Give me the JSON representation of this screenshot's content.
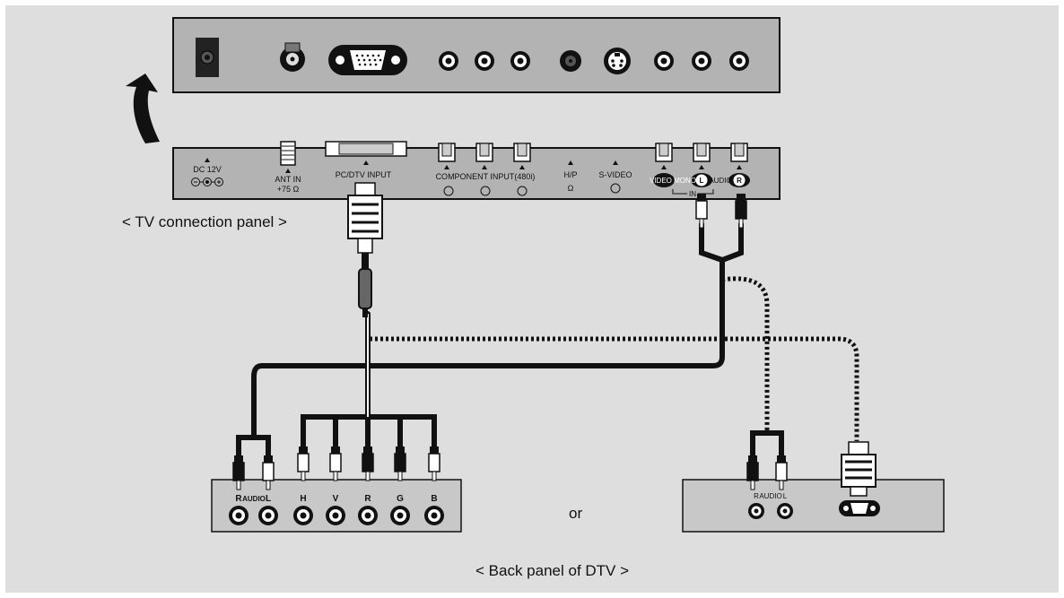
{
  "tv_panel": {
    "dc": "DC 12V",
    "ant_in": "ANT IN",
    "ant_ohm": "+75 Ω",
    "pc_dtv": "PC/DTV INPUT",
    "component": "COMPONENT INPUT(480i)",
    "hp": "H/P",
    "svideo": "S-VIDEO",
    "video_mono": "VIDEO MONO",
    "audio": "AUDIO",
    "in": "IN",
    "jack_L": "L",
    "jack_R": "R"
  },
  "dtv_left": {
    "audio_labels": [
      "R",
      "AUDIO",
      "L"
    ],
    "component_labels": [
      "H",
      "V",
      "R",
      "G",
      "B"
    ]
  },
  "dtv_right": {
    "audio_labels": [
      "R",
      "AUDIO",
      "L"
    ]
  },
  "captions": {
    "tv": "< TV connection panel >",
    "or": "or",
    "dtv": "< Back panel of DTV >"
  }
}
